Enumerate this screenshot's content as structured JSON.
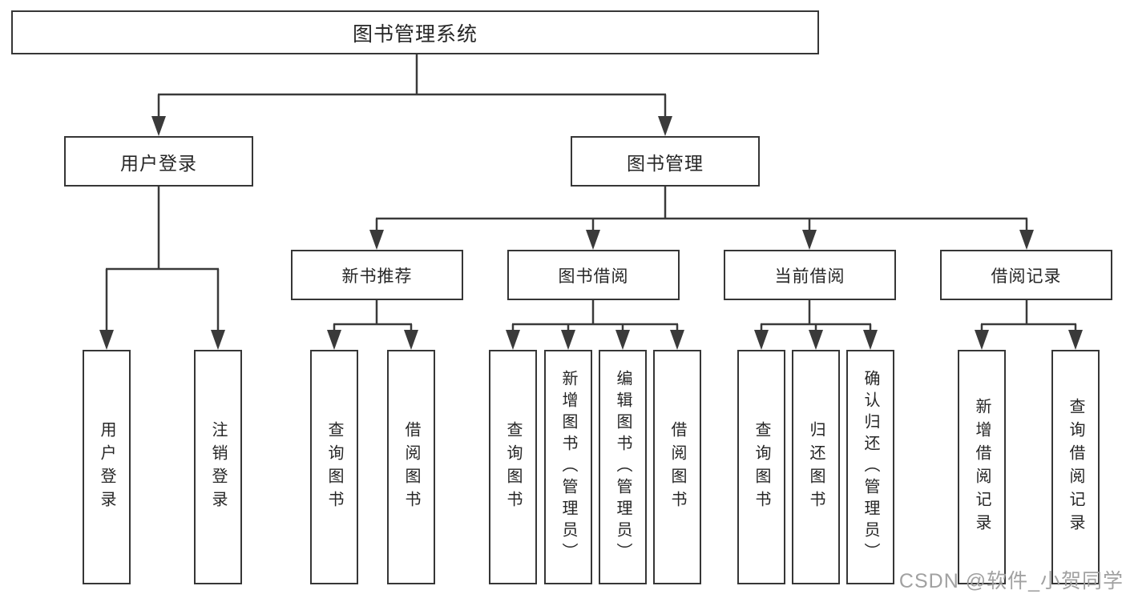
{
  "tree": {
    "root": {
      "label": "图书管理系统"
    },
    "children": [
      {
        "label": "用户登录",
        "children": [
          {
            "label": "用户登录"
          },
          {
            "label": "注销登录"
          }
        ]
      },
      {
        "label": "图书管理",
        "children": [
          {
            "label": "新书推荐",
            "children": [
              {
                "label": "查询图书"
              },
              {
                "label": "借阅图书"
              }
            ]
          },
          {
            "label": "图书借阅",
            "children": [
              {
                "label": "查询图书"
              },
              {
                "label": "新增图书（管理员）"
              },
              {
                "label": "编辑图书（管理员）"
              },
              {
                "label": "借阅图书"
              }
            ]
          },
          {
            "label": "当前借阅",
            "children": [
              {
                "label": "查询图书"
              },
              {
                "label": "归还图书"
              },
              {
                "label": "确认归还（管理员）"
              }
            ]
          },
          {
            "label": "借阅记录",
            "children": [
              {
                "label": "新增借阅记录"
              },
              {
                "label": "查询借阅记录"
              }
            ]
          }
        ]
      }
    ]
  },
  "watermark": {
    "text": "CSDN @软件_小贺同学"
  },
  "colors": {
    "line": "#3a3a3a",
    "border": "#363636",
    "text": "#262626",
    "watermark": "#9c9c9c",
    "background": "#ffffff"
  }
}
